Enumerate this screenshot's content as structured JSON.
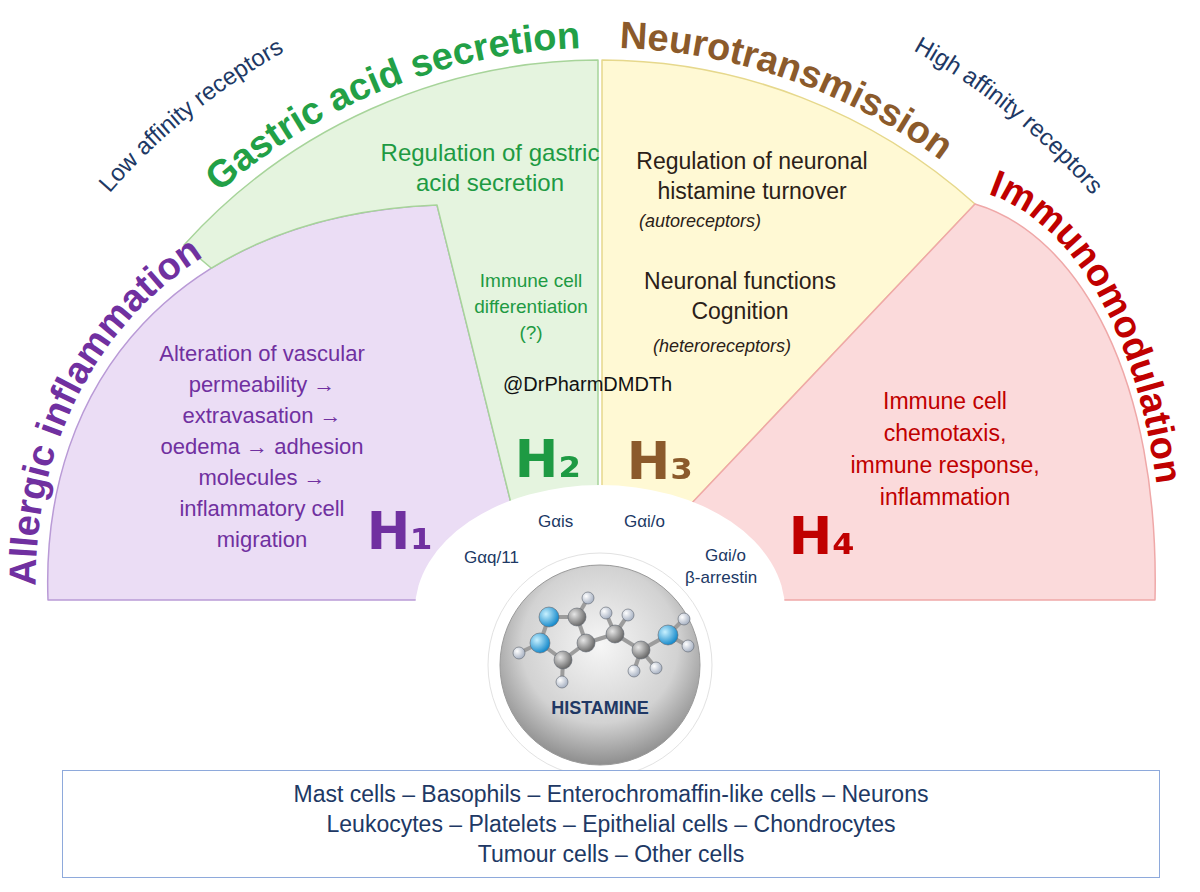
{
  "diagram": {
    "nodes": [
      {
        "text": [
          "Allergic inflammation",
          "Alteration of vascular permeability → extravasation → oedema → adhesion molecules → inflammatory cell migration",
          "H₁"
        ]
      },
      {
        "text": [
          "Gastric acid secretion",
          "Regulation of gastric acid secretion",
          "Immune cell differentiation (?)",
          "H₂"
        ]
      },
      {
        "text": [
          "Neurotransmission",
          "Regulation of neuronal histamine turnover",
          "(autoreceptors)",
          "Neuronal functions Cognition",
          "(heteroreceptors)",
          "H₃"
        ]
      },
      {
        "text": [
          "Immunomodulation",
          "Immune cell chemotaxis, immune response, inflammation",
          "H₄"
        ]
      },
      {
        "text": [
          "HISTAMINE"
        ]
      },
      {
        "text": [
          "Mast cells – Basophils – Enterochromaffin-like cells – Neurons",
          "Leukocytes – Platelets – Epithelial cells – Chondrocytes",
          "Tumour cells – Other cells"
        ]
      }
    ],
    "labels": [
      "Low affinity receptors",
      "High affinity receptors",
      "@DrPharmDMDTh",
      "Gαq/11",
      "Gαis",
      "Gαi/o",
      "Gαi/o",
      "β-arrestin"
    ]
  }
}
